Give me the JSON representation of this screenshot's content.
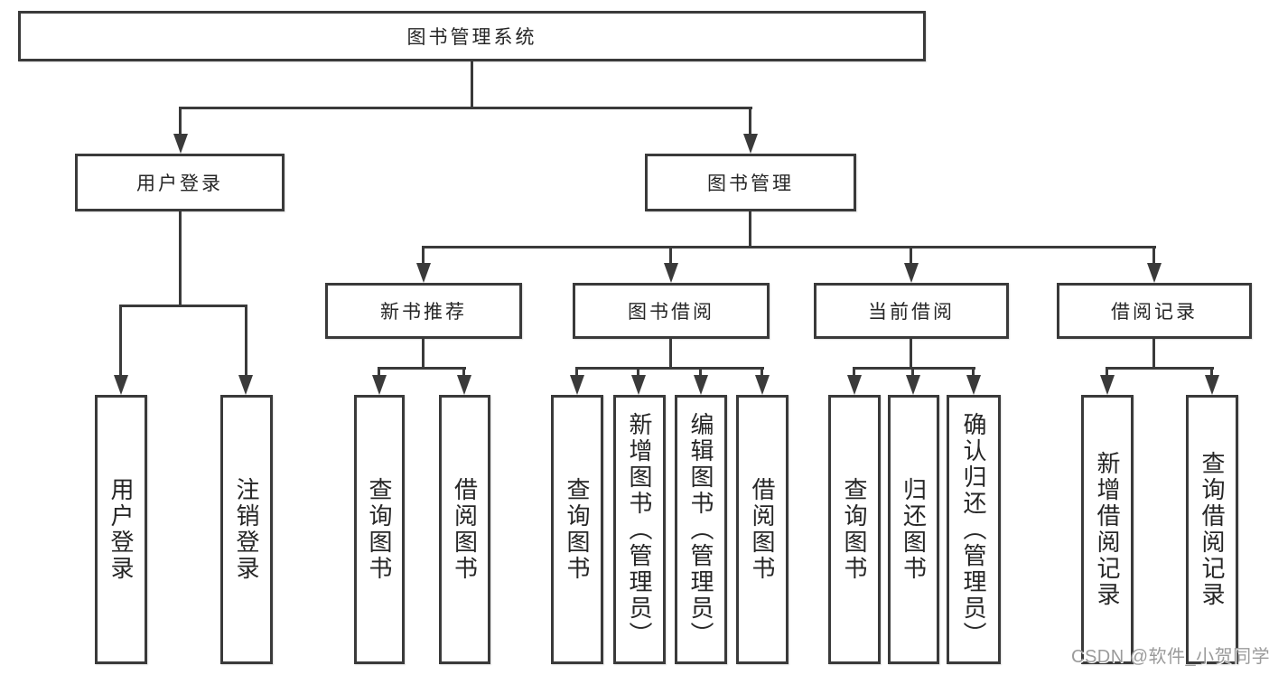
{
  "diagram": {
    "root": "图书管理系统",
    "level2": [
      "用户登录",
      "图书管理"
    ],
    "level3": [
      "新书推荐",
      "图书借阅",
      "当前借阅",
      "借阅记录"
    ],
    "leaves": {
      "login": [
        "用户登录",
        "注销登录"
      ],
      "recommend": [
        "查询图书",
        "借阅图书"
      ],
      "borrow": [
        "查询图书",
        "新增图书（管理员）",
        "编辑图书（管理员）",
        "借阅图书"
      ],
      "current": [
        "查询图书",
        "归还图书",
        "确认归还（管理员）"
      ],
      "records": [
        "新增借阅记录",
        "查询借阅记录"
      ]
    }
  },
  "watermark": "CSDN @软件_小贺同学",
  "colors": {
    "line": "#3a3a3a",
    "text": "#262626",
    "watermark": "#9b9b9b",
    "background": "#ffffff"
  }
}
